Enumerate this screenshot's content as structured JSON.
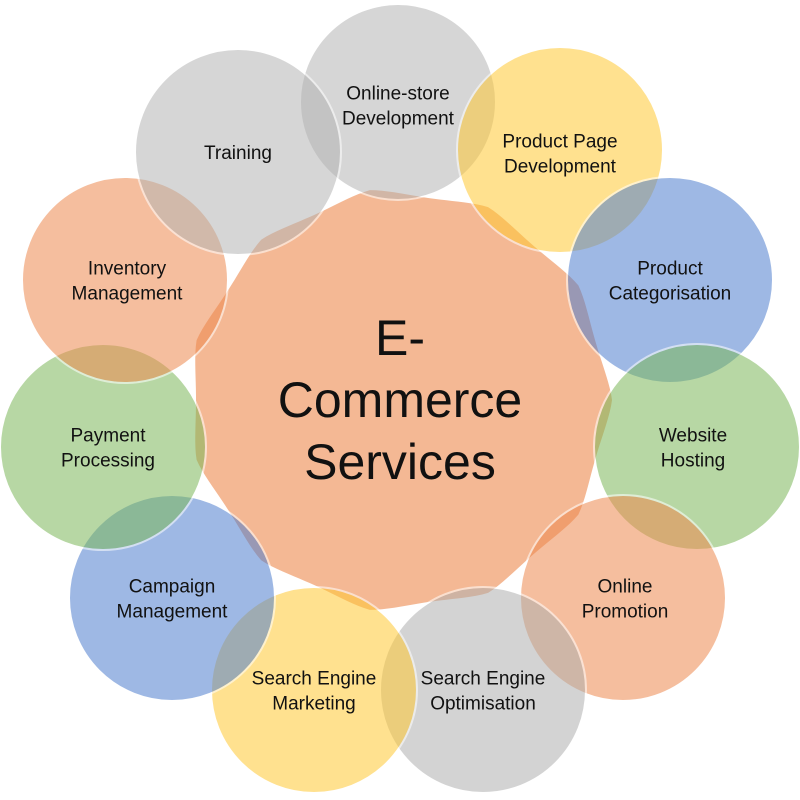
{
  "center": {
    "lines": [
      "E-",
      "Commerce",
      "Services"
    ],
    "color": "#F0A070"
  },
  "nodes": [
    {
      "name": "online-store-development",
      "lines": [
        "Online-store",
        "Development"
      ],
      "color": "#B5B5B5"
    },
    {
      "name": "product-page-development",
      "lines": [
        "Product Page",
        "Development"
      ],
      "color": "#FFC935"
    },
    {
      "name": "product-categorisation",
      "lines": [
        "Product",
        "Categorisation"
      ],
      "color": "#4F7FCF"
    },
    {
      "name": "website-hosting",
      "lines": [
        "Website",
        "Hosting"
      ],
      "color": "#7DB85A"
    },
    {
      "name": "online-promotion",
      "lines": [
        "Online",
        "Promotion"
      ],
      "color": "#EE8A50"
    },
    {
      "name": "search-engine-optimisation",
      "lines": [
        "Search Engine",
        "Optimisation"
      ],
      "color": "#B0B0B0"
    },
    {
      "name": "search-engine-marketing",
      "lines": [
        "Search Engine",
        "Marketing"
      ],
      "color": "#FFC935"
    },
    {
      "name": "campaign-management",
      "lines": [
        "Campaign",
        "Management"
      ],
      "color": "#4F7FCF"
    },
    {
      "name": "payment-processing",
      "lines": [
        "Payment",
        "Processing"
      ],
      "color": "#7DB85A"
    },
    {
      "name": "inventory-management",
      "lines": [
        "Inventory",
        "Management"
      ],
      "color": "#EE8A50"
    },
    {
      "name": "training",
      "lines": [
        "Training"
      ],
      "color": "#B5B5B5"
    }
  ]
}
